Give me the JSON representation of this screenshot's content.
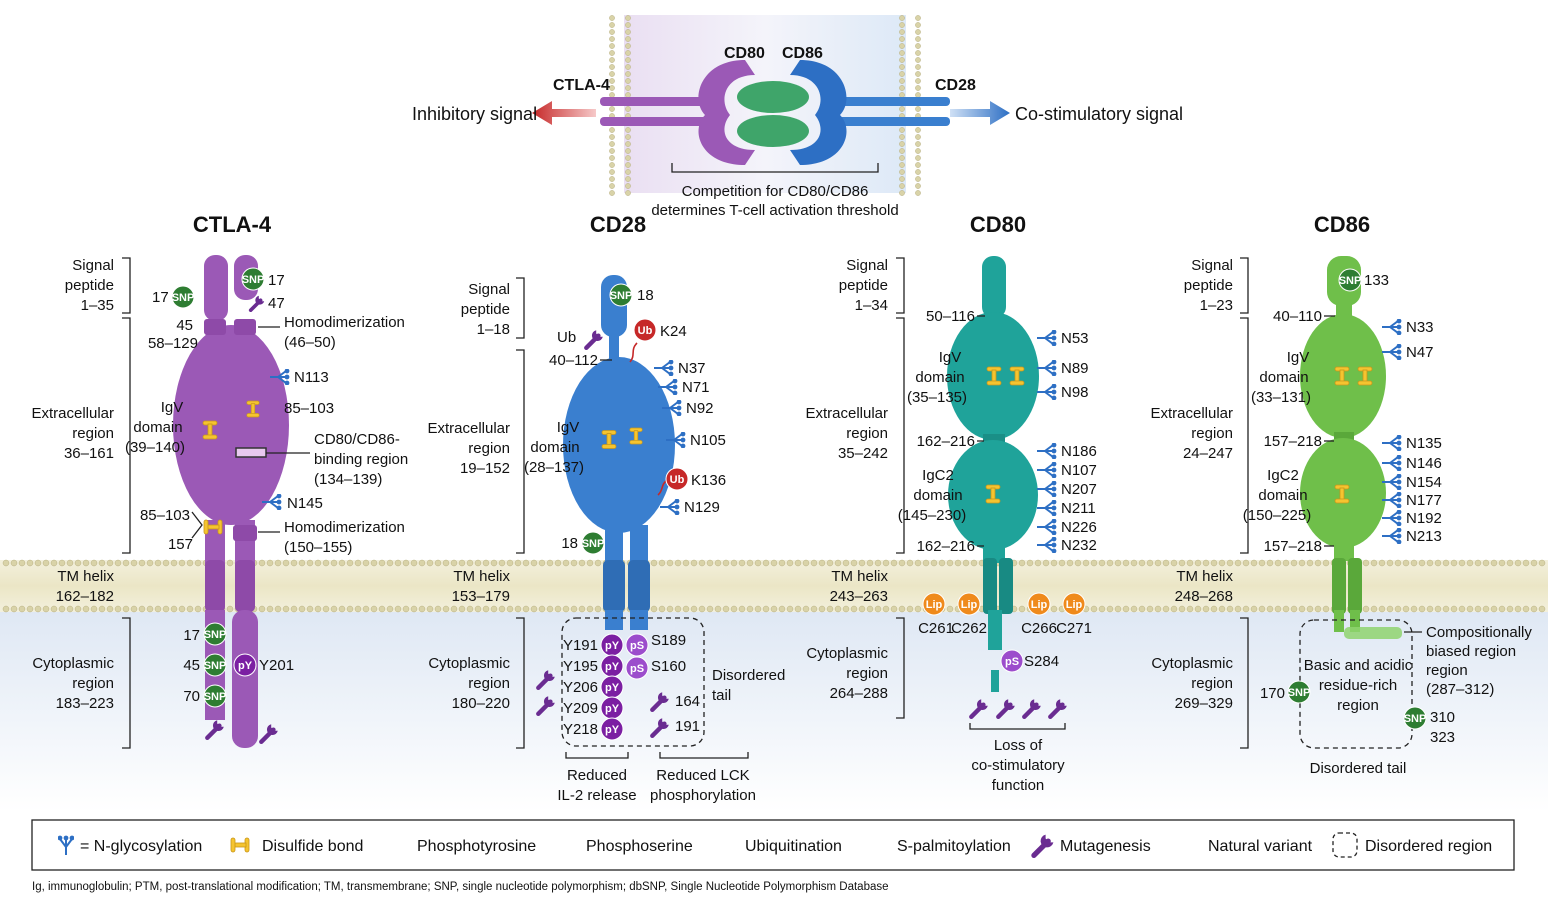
{
  "top": {
    "left_label": "CTLA-4",
    "right_label": "CD28",
    "ligand1": "CD80",
    "ligand2": "CD86",
    "inhibitory": "Inhibitory signal",
    "costim": "Co-stimulatory signal",
    "competition1": "Competition for CD80/CD86",
    "competition2": "determines T-cell activation threshold"
  },
  "ctla4": {
    "title": "CTLA-4",
    "signal1": "Signal",
    "signal2": "peptide",
    "signal3": "1–35",
    "extra1": "Extracellular",
    "extra2": "region",
    "extra3": "36–161",
    "tm1": "TM helix",
    "tm2": "162–182",
    "cyto1": "Cytoplasmic",
    "cyto2": "region",
    "cyto3": "183–223",
    "igv1": "IgV",
    "igv2": "domain",
    "igv3": "(39–140)",
    "n17a": "17",
    "n17b": "17",
    "n47": "47",
    "n45": "45",
    "n58": "58–129",
    "homo1": "Homodimerization",
    "homo1r": "(46–50)",
    "n113": "N113",
    "n85a": "85–103",
    "bind1": "CD80/CD86-",
    "bind2": "binding region",
    "bind3": "(134–139)",
    "n145": "N145",
    "n85b": "85–103",
    "n157": "157",
    "homo2": "Homodimerization",
    "homo2r": "(150–155)",
    "c17": "17",
    "c45": "45",
    "c70": "70",
    "y201": "Y201"
  },
  "cd28": {
    "title": "CD28",
    "signal1": "Signal",
    "signal2": "peptide",
    "signal3": "1–18",
    "extra1": "Extracellular",
    "extra2": "region",
    "extra3": "19–152",
    "tm1": "TM helix",
    "tm2": "153–179",
    "cyto1": "Cytoplasmic",
    "cyto2": "region",
    "cyto3": "180–220",
    "igv1": "IgV",
    "igv2": "domain",
    "igv3": "(28–137)",
    "snp18a": "18",
    "ub": "Ub",
    "k24": "K24",
    "n40": "40–112",
    "n37": "N37",
    "n71": "N71",
    "n92": "N92",
    "n105": "N105",
    "k136": "K136",
    "n129": "N129",
    "snp18b": "18",
    "y191": "Y191",
    "y195": "Y195",
    "y206": "Y206",
    "y209": "Y209",
    "y218": "Y218",
    "s189": "S189",
    "s160": "S160",
    "m164": "164",
    "m191": "191",
    "disordered1": "Disordered",
    "disordered2": "tail",
    "il2a": "Reduced",
    "il2b": "IL-2 release",
    "lcka": "Reduced LCK",
    "lckb": "phosphorylation"
  },
  "cd80": {
    "title": "CD80",
    "signal1": "Signal",
    "signal2": "peptide",
    "signal3": "1–34",
    "extra1": "Extracellular",
    "extra2": "region",
    "extra3": "35–242",
    "tm1": "TM helix",
    "tm2": "243–263",
    "cyto1": "Cytoplasmic",
    "cyto2": "region",
    "cyto3": "264–288",
    "igv1": "IgV",
    "igv2": "domain",
    "igv3": "(35–135)",
    "igc1": "IgC2",
    "igc2": "domain",
    "igc3": "(145–230)",
    "n50": "50–116",
    "n162a": "162–216",
    "n162b": "162–216",
    "glyco": [
      "N53",
      "N89",
      "N98",
      "N186",
      "N107",
      "N207",
      "N211",
      "N226",
      "N232"
    ],
    "c261": "C261",
    "c262": "C262",
    "c266": "C266",
    "c271": "C271",
    "s284": "S284",
    "loss1": "Loss of",
    "loss2": "co-stimulatory",
    "loss3": "function"
  },
  "cd86": {
    "title": "CD86",
    "signal1": "Signal",
    "signal2": "peptide",
    "signal3": "1–23",
    "extra1": "Extracellular",
    "extra2": "region",
    "extra3": "24–247",
    "tm1": "TM helix",
    "tm2": "248–268",
    "cyto1": "Cytoplasmic",
    "cyto2": "region",
    "cyto3": "269–329",
    "igv1": "IgV",
    "igv2": "domain",
    "igv3": "(33–131)",
    "igc1": "IgC2",
    "igc2": "domain",
    "igc3": "(150–225)",
    "snp133": "133",
    "n40": "40–110",
    "n157a": "157–218",
    "n157b": "157–218",
    "glyco": [
      "N33",
      "N47",
      "N135",
      "N146",
      "N154",
      "N177",
      "N192",
      "N213"
    ],
    "comp1": "Compositionally",
    "comp2": "biased region",
    "comp3": "region",
    "comp4": "(287–312)",
    "basic1": "Basic and acidic",
    "basic2": "residue-rich",
    "basic3": "region",
    "snp170": "170",
    "snp310": "310",
    "snp323": "323",
    "disordered": "Disordered tail"
  },
  "badges": {
    "snp": "SNP",
    "py": "pY",
    "ps": "pS",
    "ub": "Ub",
    "lip": "Lip"
  },
  "legend": {
    "glyco": "= N-glycosylation",
    "disulfide": "Disulfide bond",
    "pty": "Phosphotyrosine",
    "pser": "Phosphoserine",
    "ubiq": "Ubiquitination",
    "palm": "S-palmitoylation",
    "muta": "Mutagenesis",
    "natvar": "Natural variant",
    "disord": "Disordered region"
  },
  "footnote": "Ig, immunoglobulin; PTM, post-translational modification; TM, transmembrane; SNP, single nucleotide polymorphism; dbSNP, Single Nucleotide Polymorphism Database",
  "colors": {
    "ctla4": "#9b59b6",
    "cd28": "#3a7fcf",
    "cd80": "#1fa39a",
    "cd86": "#6fbf4a",
    "snp": "#2e7d32",
    "py": "#7b1fa2",
    "ps": "#9c4dcc",
    "ub": "#c62828",
    "lip": "#ef8a1c",
    "glyco": "#2d6fc4",
    "disulfide": "#f5c430",
    "mutagenesis": "#6a2c91"
  }
}
